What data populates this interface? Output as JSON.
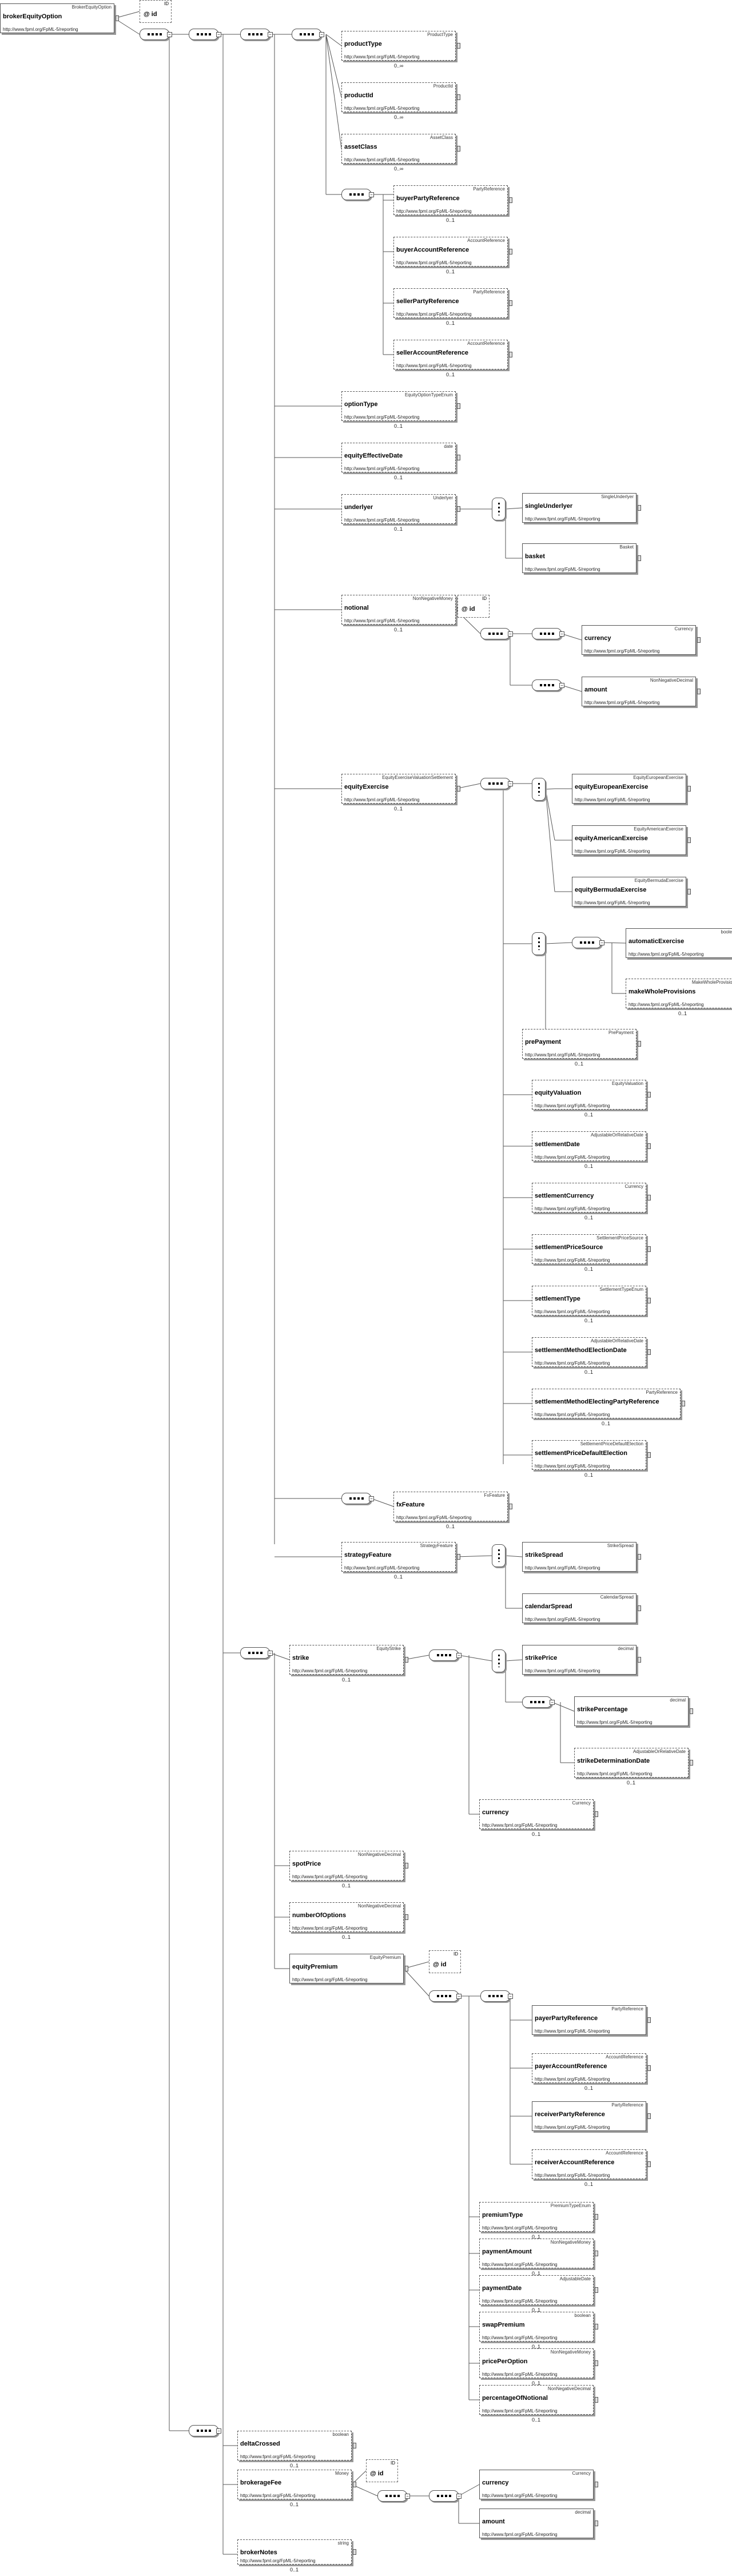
{
  "url": "http://www.fpml.org/FpML-5/reporting",
  "attr_label": "@ id",
  "attr_type": "ID",
  "nodes": [
    {
      "id": "root",
      "name": "brokerEquityOption",
      "type": "BrokerEquityOption"
    },
    {
      "id": "productType",
      "name": "productType",
      "type": "ProductType",
      "card": "0..∞"
    },
    {
      "id": "productId",
      "name": "productId",
      "type": "ProductId",
      "card": "0..∞"
    },
    {
      "id": "assetClass",
      "name": "assetClass",
      "type": "AssetClass",
      "card": "0..∞"
    },
    {
      "id": "buyerPartyReference",
      "name": "buyerPartyReference",
      "type": "PartyReference",
      "card": "0..1"
    },
    {
      "id": "buyerAccountReference",
      "name": "buyerAccountReference",
      "type": "AccountReference",
      "card": "0..1"
    },
    {
      "id": "sellerPartyReference",
      "name": "sellerPartyReference",
      "type": "PartyReference",
      "card": "0..1"
    },
    {
      "id": "sellerAccountReference",
      "name": "sellerAccountReference",
      "type": "AccountReference",
      "card": "0..1"
    },
    {
      "id": "optionType",
      "name": "optionType",
      "type": "EquityOptionTypeEnum",
      "card": "0..1"
    },
    {
      "id": "equityEffectiveDate",
      "name": "equityEffectiveDate",
      "type": "date",
      "card": "0..1"
    },
    {
      "id": "underlyer",
      "name": "underlyer",
      "type": "Underlyer",
      "card": "0..1"
    },
    {
      "id": "singleUnderlyer",
      "name": "singleUnderlyer",
      "type": "SingleUnderlyer"
    },
    {
      "id": "basket",
      "name": "basket",
      "type": "Basket"
    },
    {
      "id": "notional",
      "name": "notional",
      "type": "NonNegativeMoney",
      "card": "0..1"
    },
    {
      "id": "currency1",
      "name": "currency",
      "type": "Currency"
    },
    {
      "id": "amount1",
      "name": "amount",
      "type": "NonNegativeDecimal"
    },
    {
      "id": "equityExercise",
      "name": "equityExercise",
      "type": "EquityExerciseValuationSettlement",
      "card": "0..1"
    },
    {
      "id": "equityEuropeanExercise",
      "name": "equityEuropeanExercise",
      "type": "EquityEuropeanExercise"
    },
    {
      "id": "equityAmericanExercise",
      "name": "equityAmericanExercise",
      "type": "EquityAmericanExercise"
    },
    {
      "id": "equityBermudaExercise",
      "name": "equityBermudaExercise",
      "type": "EquityBermudaExercise"
    },
    {
      "id": "automaticExercise",
      "name": "automaticExercise",
      "type": "boolean"
    },
    {
      "id": "makeWholeProvisions",
      "name": "makeWholeProvisions",
      "type": "MakeWholeProvisions",
      "card": "0..1"
    },
    {
      "id": "prePayment",
      "name": "prePayment",
      "type": "PrePayment",
      "card": "0..1"
    },
    {
      "id": "equityValuation",
      "name": "equityValuation",
      "type": "EquityValuation",
      "card": "0..1"
    },
    {
      "id": "settlementDate",
      "name": "settlementDate",
      "type": "AdjustableOrRelativeDate",
      "card": "0..1"
    },
    {
      "id": "settlementCurrency",
      "name": "settlementCurrency",
      "type": "Currency",
      "card": "0..1"
    },
    {
      "id": "settlementPriceSource",
      "name": "settlementPriceSource",
      "type": "SettlementPriceSource",
      "card": "0..1"
    },
    {
      "id": "settlementType",
      "name": "settlementType",
      "type": "SettlementTypeEnum",
      "card": "0..1"
    },
    {
      "id": "settlementMethodElectionDate",
      "name": "settlementMethodElectionDate",
      "type": "AdjustableOrRelativeDate",
      "card": "0..1"
    },
    {
      "id": "settlementMethodElectingPartyReference",
      "name": "settlementMethodElectingPartyReference",
      "type": "PartyReference",
      "card": "0..1"
    },
    {
      "id": "settlementPriceDefaultElection",
      "name": "settlementPriceDefaultElection",
      "type": "SettlementPriceDefaultElection",
      "card": "0..1"
    },
    {
      "id": "fxFeature",
      "name": "fxFeature",
      "type": "FxFeature",
      "card": "0..1"
    },
    {
      "id": "strategyFeature",
      "name": "strategyFeature",
      "type": "StrategyFeature",
      "card": "0..1"
    },
    {
      "id": "strikeSpread",
      "name": "strikeSpread",
      "type": "StrikeSpread"
    },
    {
      "id": "calendarSpread",
      "name": "calendarSpread",
      "type": "CalendarSpread"
    },
    {
      "id": "strike",
      "name": "strike",
      "type": "EquityStrike",
      "card": "0..1"
    },
    {
      "id": "strikePrice",
      "name": "strikePrice",
      "type": "decimal"
    },
    {
      "id": "strikePercentage",
      "name": "strikePercentage",
      "type": "decimal"
    },
    {
      "id": "strikeDeterminationDate",
      "name": "strikeDeterminationDate",
      "type": "AdjustableOrRelativeDate",
      "card": "0..1"
    },
    {
      "id": "strikeCurrency",
      "name": "currency",
      "type": "Currency",
      "card": "0..1"
    },
    {
      "id": "spotPrice",
      "name": "spotPrice",
      "type": "NonNegativeDecimal",
      "card": "0..1"
    },
    {
      "id": "numberOfOptions",
      "name": "numberOfOptions",
      "type": "NonNegativeDecimal",
      "card": "0..1"
    },
    {
      "id": "equityPremium",
      "name": "equityPremium",
      "type": "EquityPremium"
    },
    {
      "id": "payerPartyReference",
      "name": "payerPartyReference",
      "type": "PartyReference"
    },
    {
      "id": "payerAccountReference",
      "name": "payerAccountReference",
      "type": "AccountReference",
      "card": "0..1"
    },
    {
      "id": "receiverPartyReference",
      "name": "receiverPartyReference",
      "type": "PartyReference"
    },
    {
      "id": "receiverAccountReference",
      "name": "receiverAccountReference",
      "type": "AccountReference",
      "card": "0..1"
    },
    {
      "id": "premiumType",
      "name": "premiumType",
      "type": "PremiumTypeEnum",
      "card": "0..1"
    },
    {
      "id": "paymentAmount",
      "name": "paymentAmount",
      "type": "NonNegativeMoney",
      "card": "0..1"
    },
    {
      "id": "paymentDate",
      "name": "paymentDate",
      "type": "AdjustableDate",
      "card": "0..1"
    },
    {
      "id": "swapPremium",
      "name": "swapPremium",
      "type": "boolean",
      "card": "0..1"
    },
    {
      "id": "pricePerOption",
      "name": "pricePerOption",
      "type": "NonNegativeMoney",
      "card": "0..1"
    },
    {
      "id": "percentageOfNotional",
      "name": "percentageOfNotional",
      "type": "NonNegativeDecimal",
      "card": "0..1"
    },
    {
      "id": "deltaCrossed",
      "name": "deltaCrossed",
      "type": "boolean",
      "card": "0..1"
    },
    {
      "id": "brokerageFee",
      "name": "brokerageFee",
      "type": "Money",
      "card": "0..1"
    },
    {
      "id": "feeCurrency",
      "name": "currency",
      "type": "Currency"
    },
    {
      "id": "feeAmount",
      "name": "amount",
      "type": "decimal"
    },
    {
      "id": "brokerNotes",
      "name": "brokerNotes",
      "type": "string",
      "card": "0..1"
    }
  ]
}
